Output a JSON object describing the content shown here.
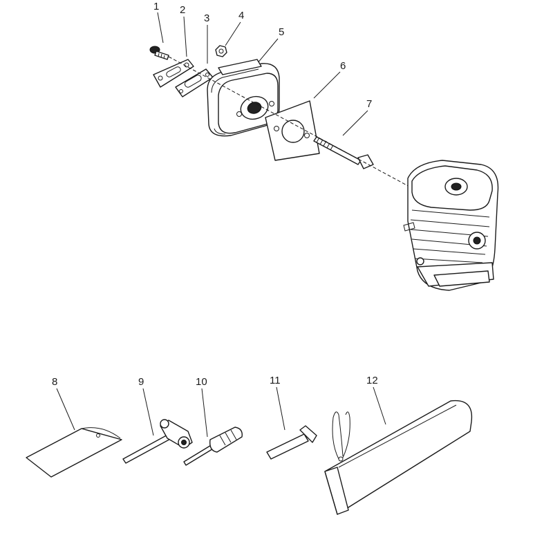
{
  "labels": {
    "p1": "1",
    "p2": "2",
    "p3": "3",
    "p4": "4",
    "p5": "5",
    "p6": "6",
    "p7": "7",
    "p8": "8",
    "p9": "9",
    "p10": "10",
    "p11": "11",
    "p12": "12"
  },
  "icons": {
    "screw": "screw-icon",
    "bracket": "bracket-plate-icon",
    "gasket_small": "gasket-icon",
    "nut": "nut-icon",
    "muffler": "muffler-icon",
    "gasket_large": "gasket-icon",
    "bolt": "bolt-icon",
    "cylinder": "engine-cylinder-icon",
    "manual": "manual-icon",
    "wrench": "combination-wrench-icon",
    "screwdriver": "screwdriver-icon",
    "hex_key": "hex-key-icon",
    "guard": "bar-guard-icon"
  }
}
